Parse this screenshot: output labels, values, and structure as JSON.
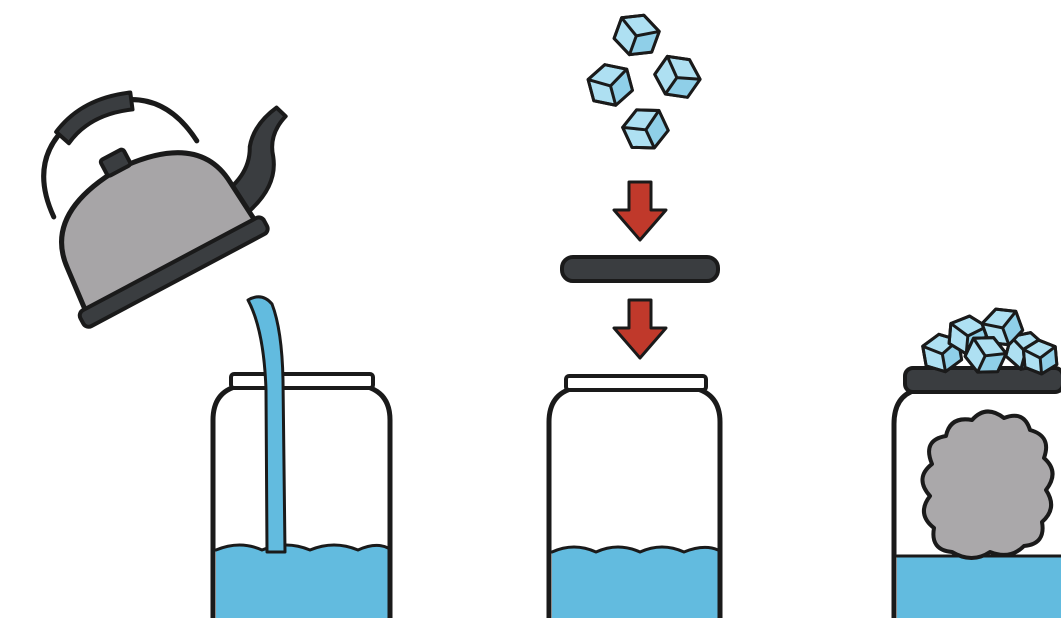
{
  "colors": {
    "water": "#62bbdf",
    "ice": "#aee0f2",
    "ice_shade": "#8fcfe8",
    "arrow": "#c0392b",
    "kettle_body": "#a7a5a7",
    "dark": "#3a3d40",
    "cloud": "#aaa8aa",
    "outline": "#1a1a1a"
  },
  "steps": [
    {
      "icon": "kettle-pouring-water-into-jar"
    },
    {
      "icon": "ice-cubes-on-lid-over-jar-with-water"
    },
    {
      "icon": "jar-with-cloud-and-ice-topped-lid"
    }
  ]
}
